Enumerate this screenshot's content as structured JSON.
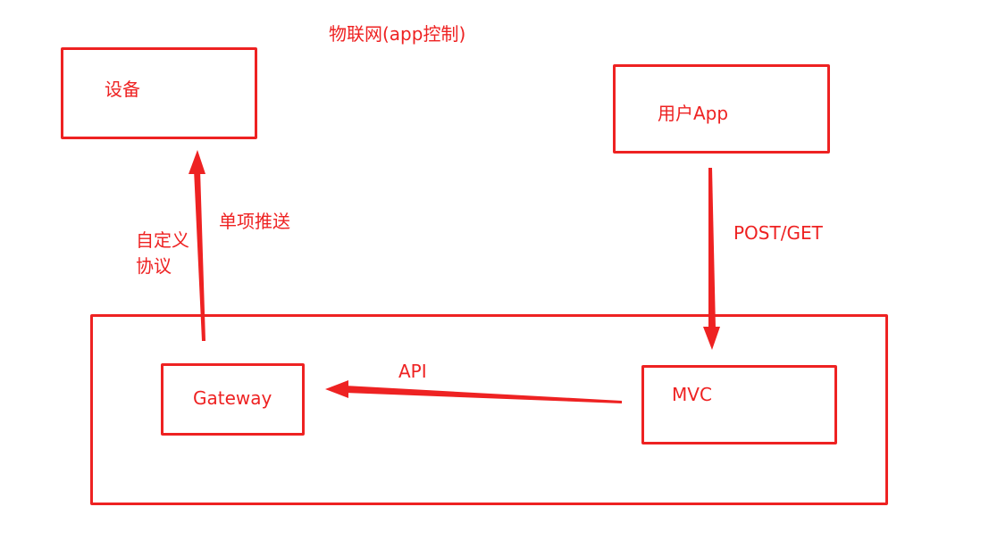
{
  "title": "物联网(app控制)",
  "nodes": {
    "device": "设备",
    "user_app": "用户App",
    "gateway": "Gateway",
    "mvc": "MVC"
  },
  "edges": {
    "mvc_to_gateway": "API",
    "app_to_mvc": "POST/GET",
    "gateway_to_device_push": "单项推送",
    "gateway_to_device_protocol": [
      "自定义",
      "协议"
    ]
  },
  "colors": {
    "stroke": "#ee2222"
  }
}
